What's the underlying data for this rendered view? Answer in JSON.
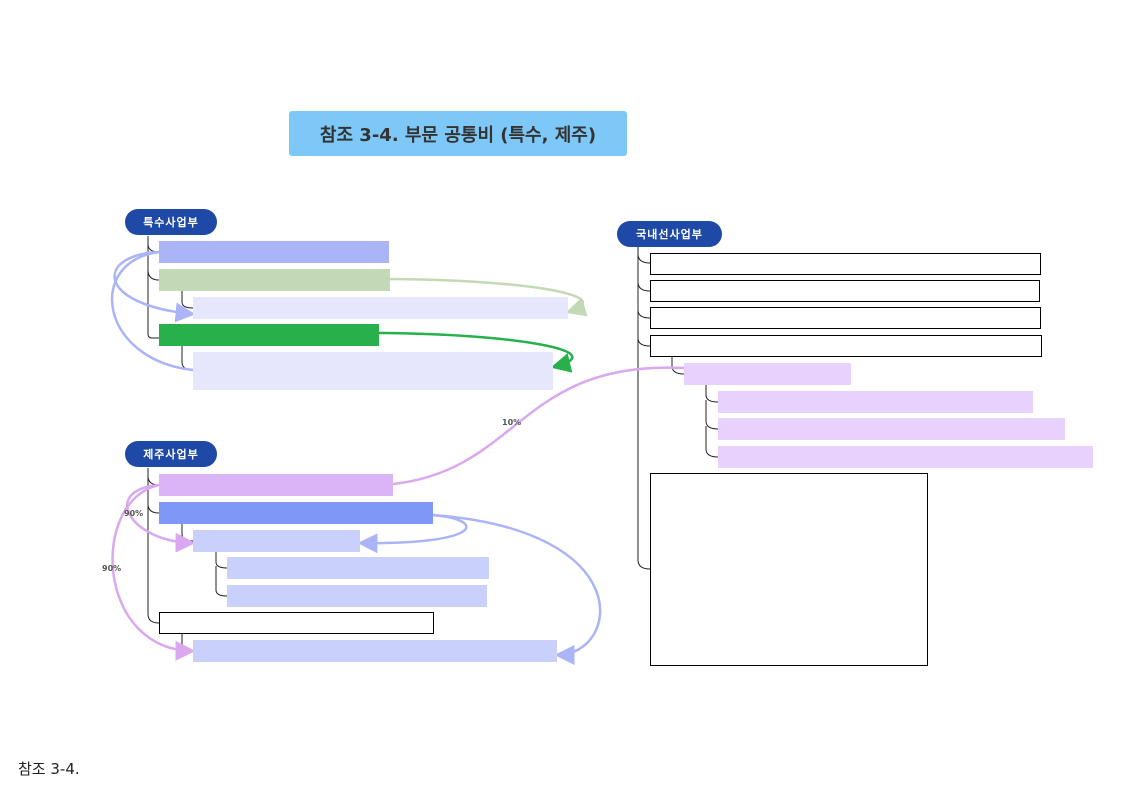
{
  "title": "참조 3-4. 부문 공통비 (특수, 제주)",
  "groups": {
    "special": "특수사업부",
    "jeju": "제주사업부",
    "domestic": "국내선사업부"
  },
  "percentages": {
    "to_domestic": "10%",
    "jeju_a": "90%",
    "jeju_b": "90%"
  },
  "colors": {
    "pill": "#1e49a6",
    "blue_light": "#aab4f7",
    "green_light": "#c3d8b4",
    "green": "#27b04c",
    "lavender": "#e6e7fc",
    "purple": "#dbb3f7",
    "purple_light": "#e8d1fc",
    "blue_mid": "#7f97f7",
    "blue_pale": "#cad0fc"
  },
  "caption": "참조 3-4."
}
